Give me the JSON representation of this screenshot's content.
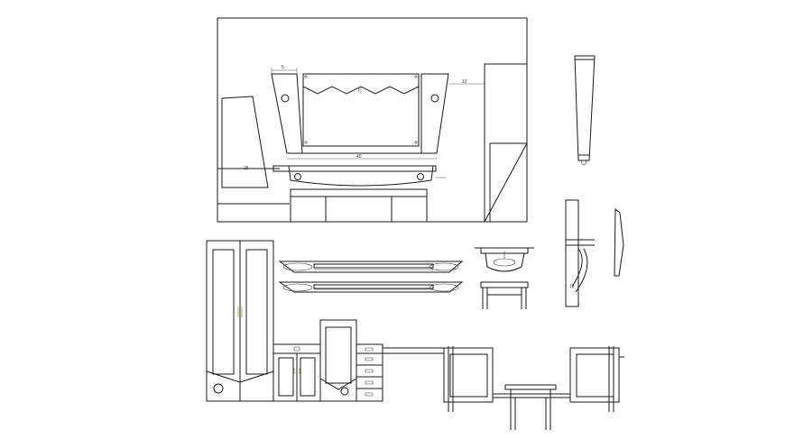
{
  "drawing": {
    "colors": {
      "line": "#1a1a1a",
      "hardware": "#c89a3a",
      "background": "#ffffff"
    },
    "dimension_marks": {
      "top_width": "5",
      "side_offset": "10",
      "base_width": "40",
      "left_panel": "25",
      "center_mark": "7"
    }
  }
}
